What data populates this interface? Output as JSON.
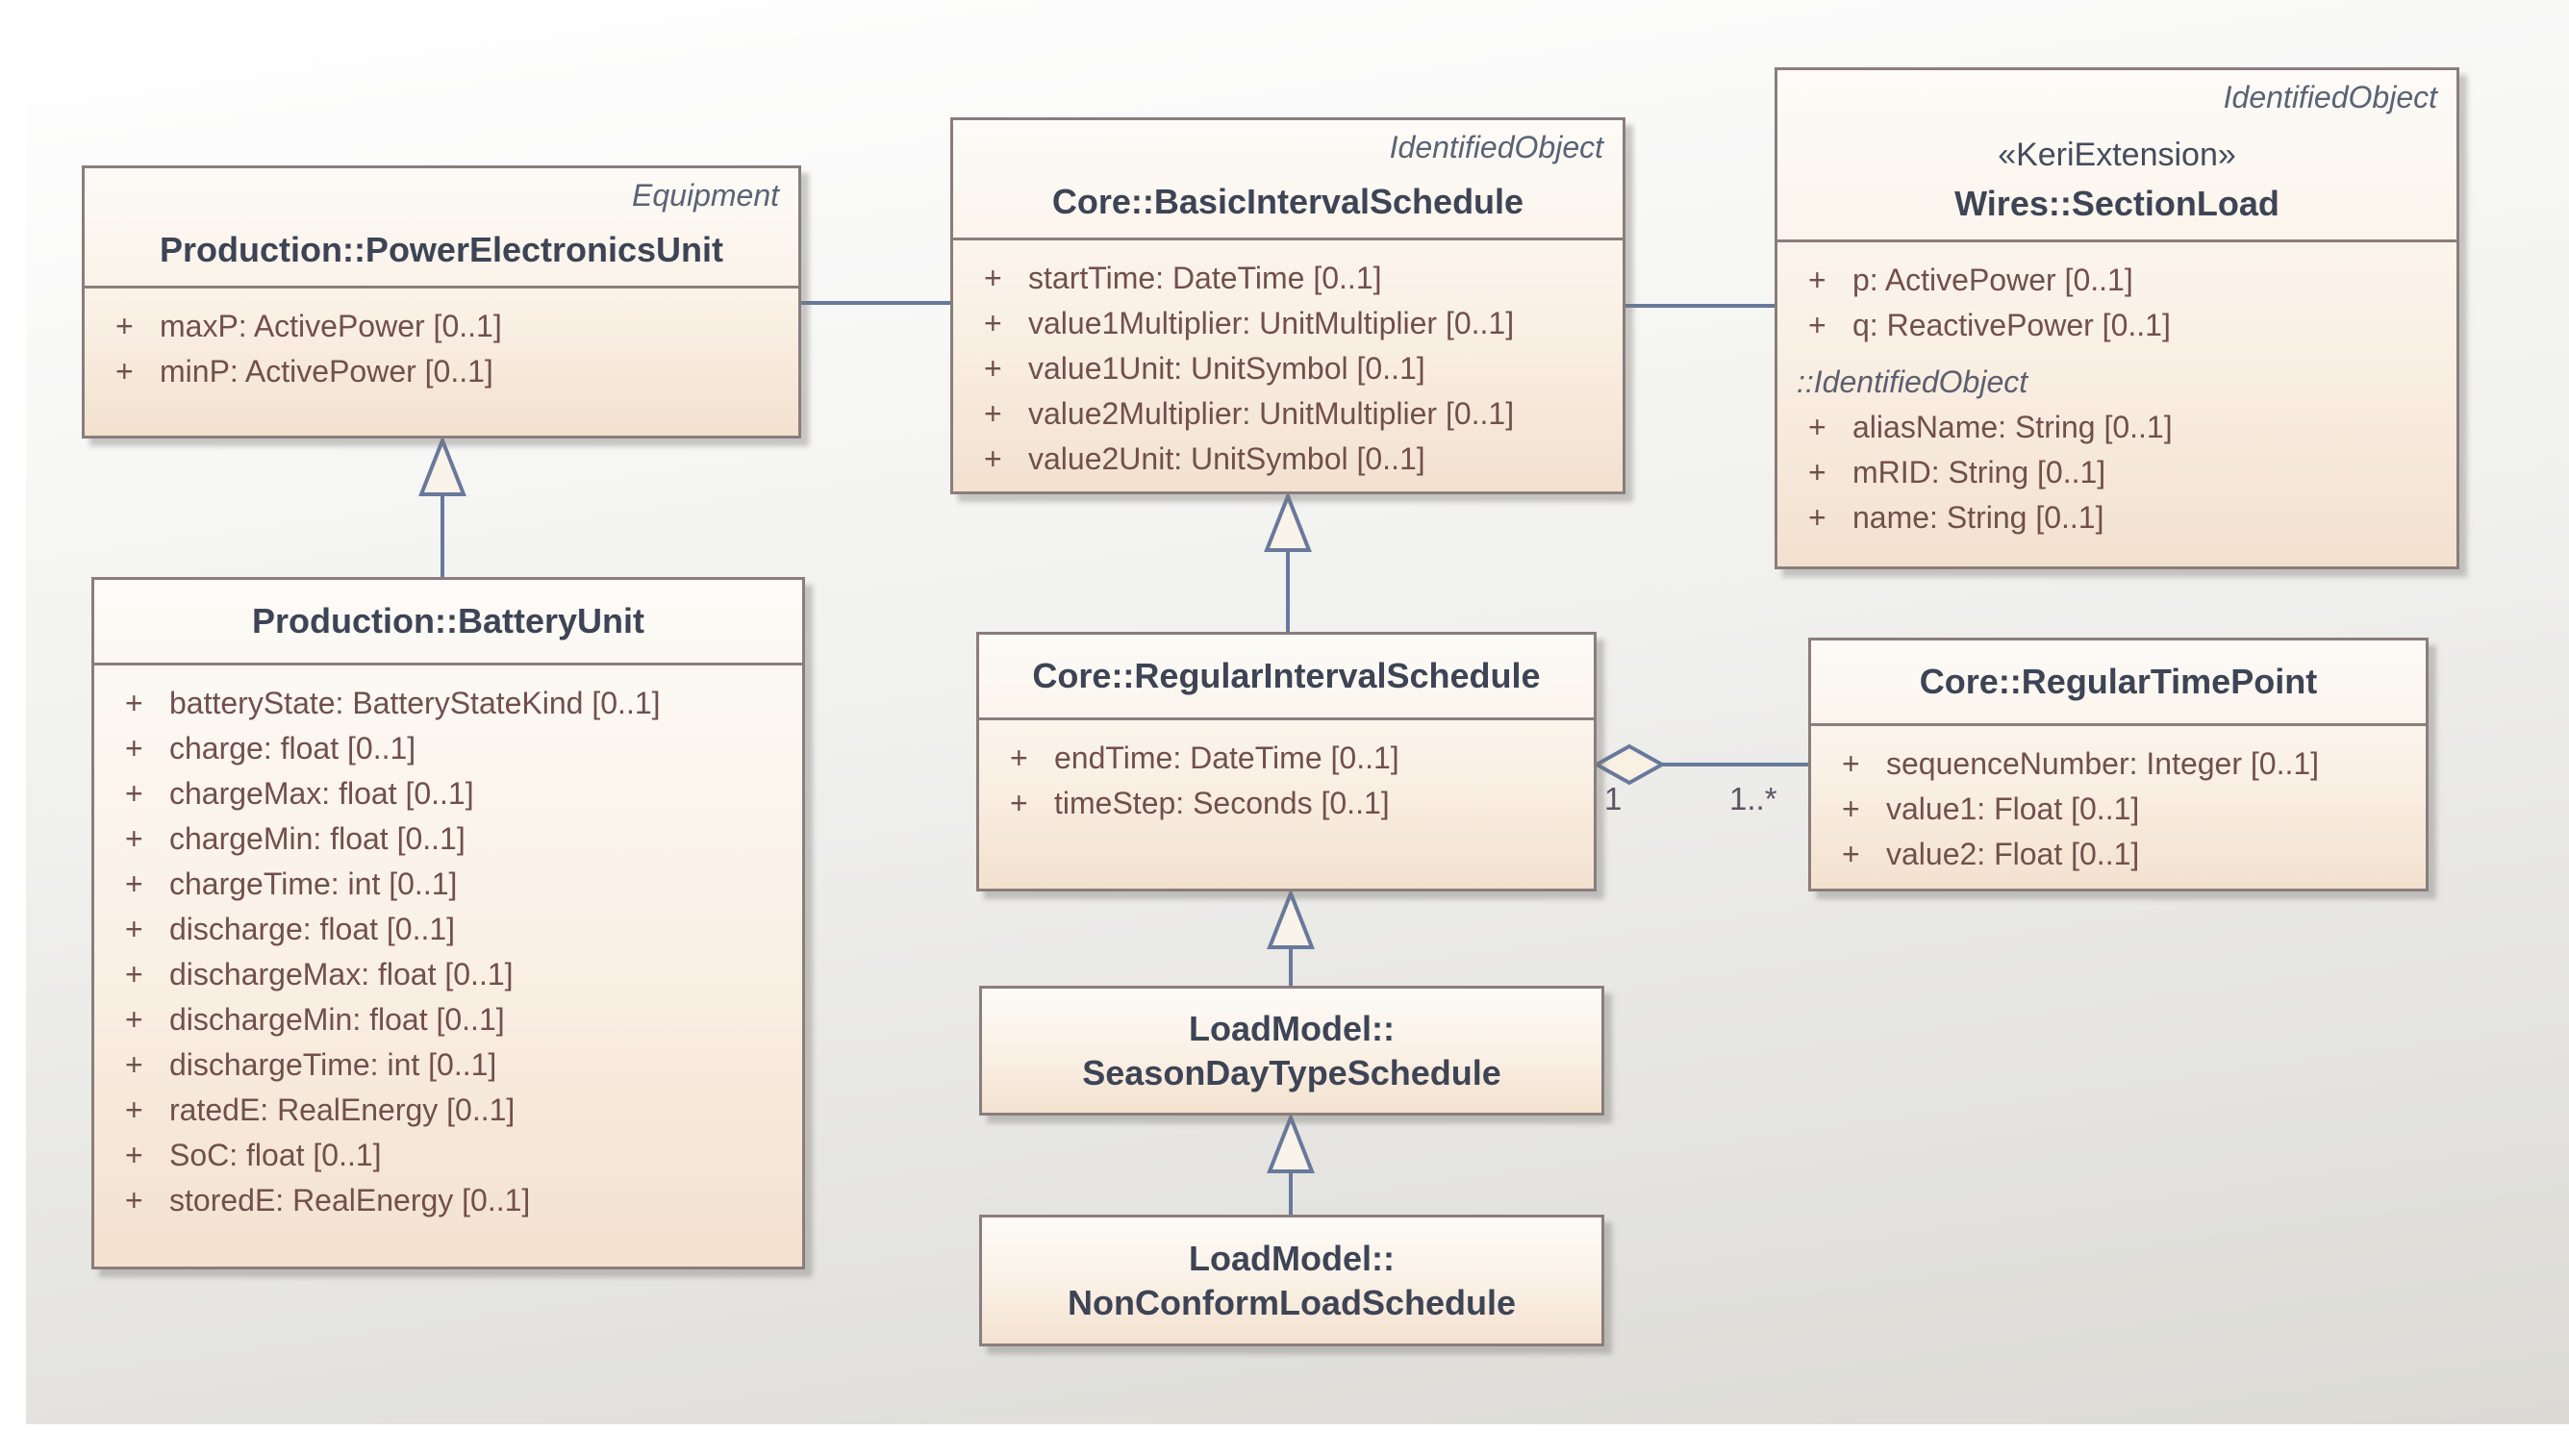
{
  "ui": {
    "plus": "+"
  },
  "colors": {
    "class_fill_top": "#fdfbf8",
    "class_fill_bottom": "#f3e1cf",
    "class_border": "#8b7d7c",
    "connector": "#68799c",
    "title_text": "#3d4455",
    "attribute_text": "#714f4c",
    "stereotype_text": "#5a6375",
    "canvas_gradient_top": "#fefefe",
    "canvas_gradient_bottom": "#dbdad5"
  },
  "classes": {
    "power_electronics_unit": {
      "stereotype": "Equipment",
      "title": "Production::PowerElectronicsUnit",
      "attributes": [
        "maxP: ActivePower [0..1]",
        "minP: ActivePower [0..1]"
      ]
    },
    "basic_interval_schedule": {
      "stereotype": "IdentifiedObject",
      "title": "Core::BasicIntervalSchedule",
      "attributes": [
        "startTime: DateTime [0..1]",
        "value1Multiplier: UnitMultiplier [0..1]",
        "value1Unit: UnitSymbol [0..1]",
        "value2Multiplier: UnitMultiplier [0..1]",
        "value2Unit: UnitSymbol [0..1]"
      ]
    },
    "section_load": {
      "stereotype": "IdentifiedObject",
      "keyword": "«KeriExtension»",
      "title": "Wires::SectionLoad",
      "attributes": [
        "p: ActivePower [0..1]",
        "q: ReactivePower [0..1]"
      ],
      "inherited_label": "::IdentifiedObject",
      "inherited_attributes": [
        "aliasName: String [0..1]",
        "mRID: String [0..1]",
        "name: String [0..1]"
      ]
    },
    "battery_unit": {
      "title": "Production::BatteryUnit",
      "attributes": [
        "batteryState: BatteryStateKind [0..1]",
        "charge: float [0..1]",
        "chargeMax: float [0..1]",
        "chargeMin: float [0..1]",
        "chargeTime: int [0..1]",
        "discharge: float [0..1]",
        "dischargeMax: float [0..1]",
        "dischargeMin: float [0..1]",
        "dischargeTime: int [0..1]",
        "ratedE: RealEnergy [0..1]",
        "SoC: float [0..1]",
        "storedE: RealEnergy [0..1]"
      ]
    },
    "regular_interval_schedule": {
      "title": "Core::RegularIntervalSchedule",
      "attributes": [
        "endTime: DateTime [0..1]",
        "timeStep: Seconds [0..1]"
      ]
    },
    "regular_time_point": {
      "title": "Core::RegularTimePoint",
      "attributes": [
        "sequenceNumber: Integer [0..1]",
        "value1: Float [0..1]",
        "value2: Float [0..1]"
      ]
    },
    "season_day_type_schedule": {
      "title_line1": "LoadModel::",
      "title_line2": "SeasonDayTypeSchedule"
    },
    "non_conform_load_schedule": {
      "title_line1": "LoadModel::",
      "title_line2": "NonConformLoadSchedule"
    }
  },
  "relations": {
    "aggregation_source_multiplicity": "1",
    "aggregation_target_multiplicity": "1..*"
  }
}
